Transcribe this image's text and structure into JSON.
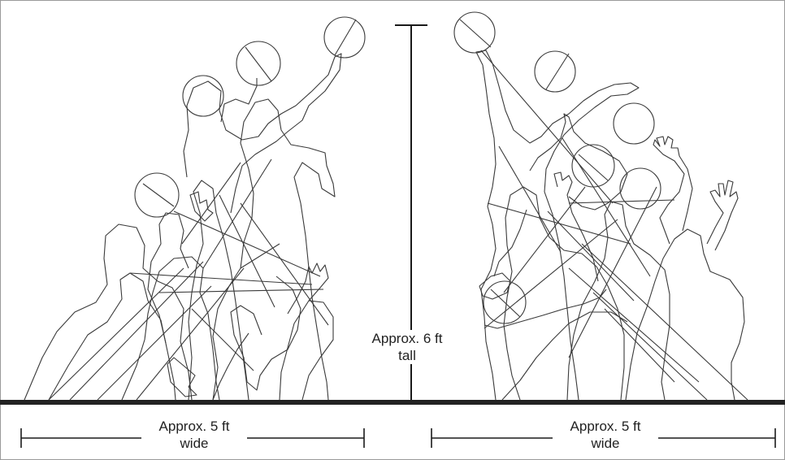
{
  "labels": {
    "height_line1": "Approx. 6 ft",
    "height_line2": "tall",
    "width_left_line1": "Approx. 5 ft",
    "width_left_line2": "wide",
    "width_right_line1": "Approx. 5 ft",
    "width_right_line2": "wide"
  },
  "colors": {
    "outline": "#3a3a3a",
    "floor": "#222222",
    "dimension": "#1a1a1a",
    "background": "#ffffff"
  }
}
